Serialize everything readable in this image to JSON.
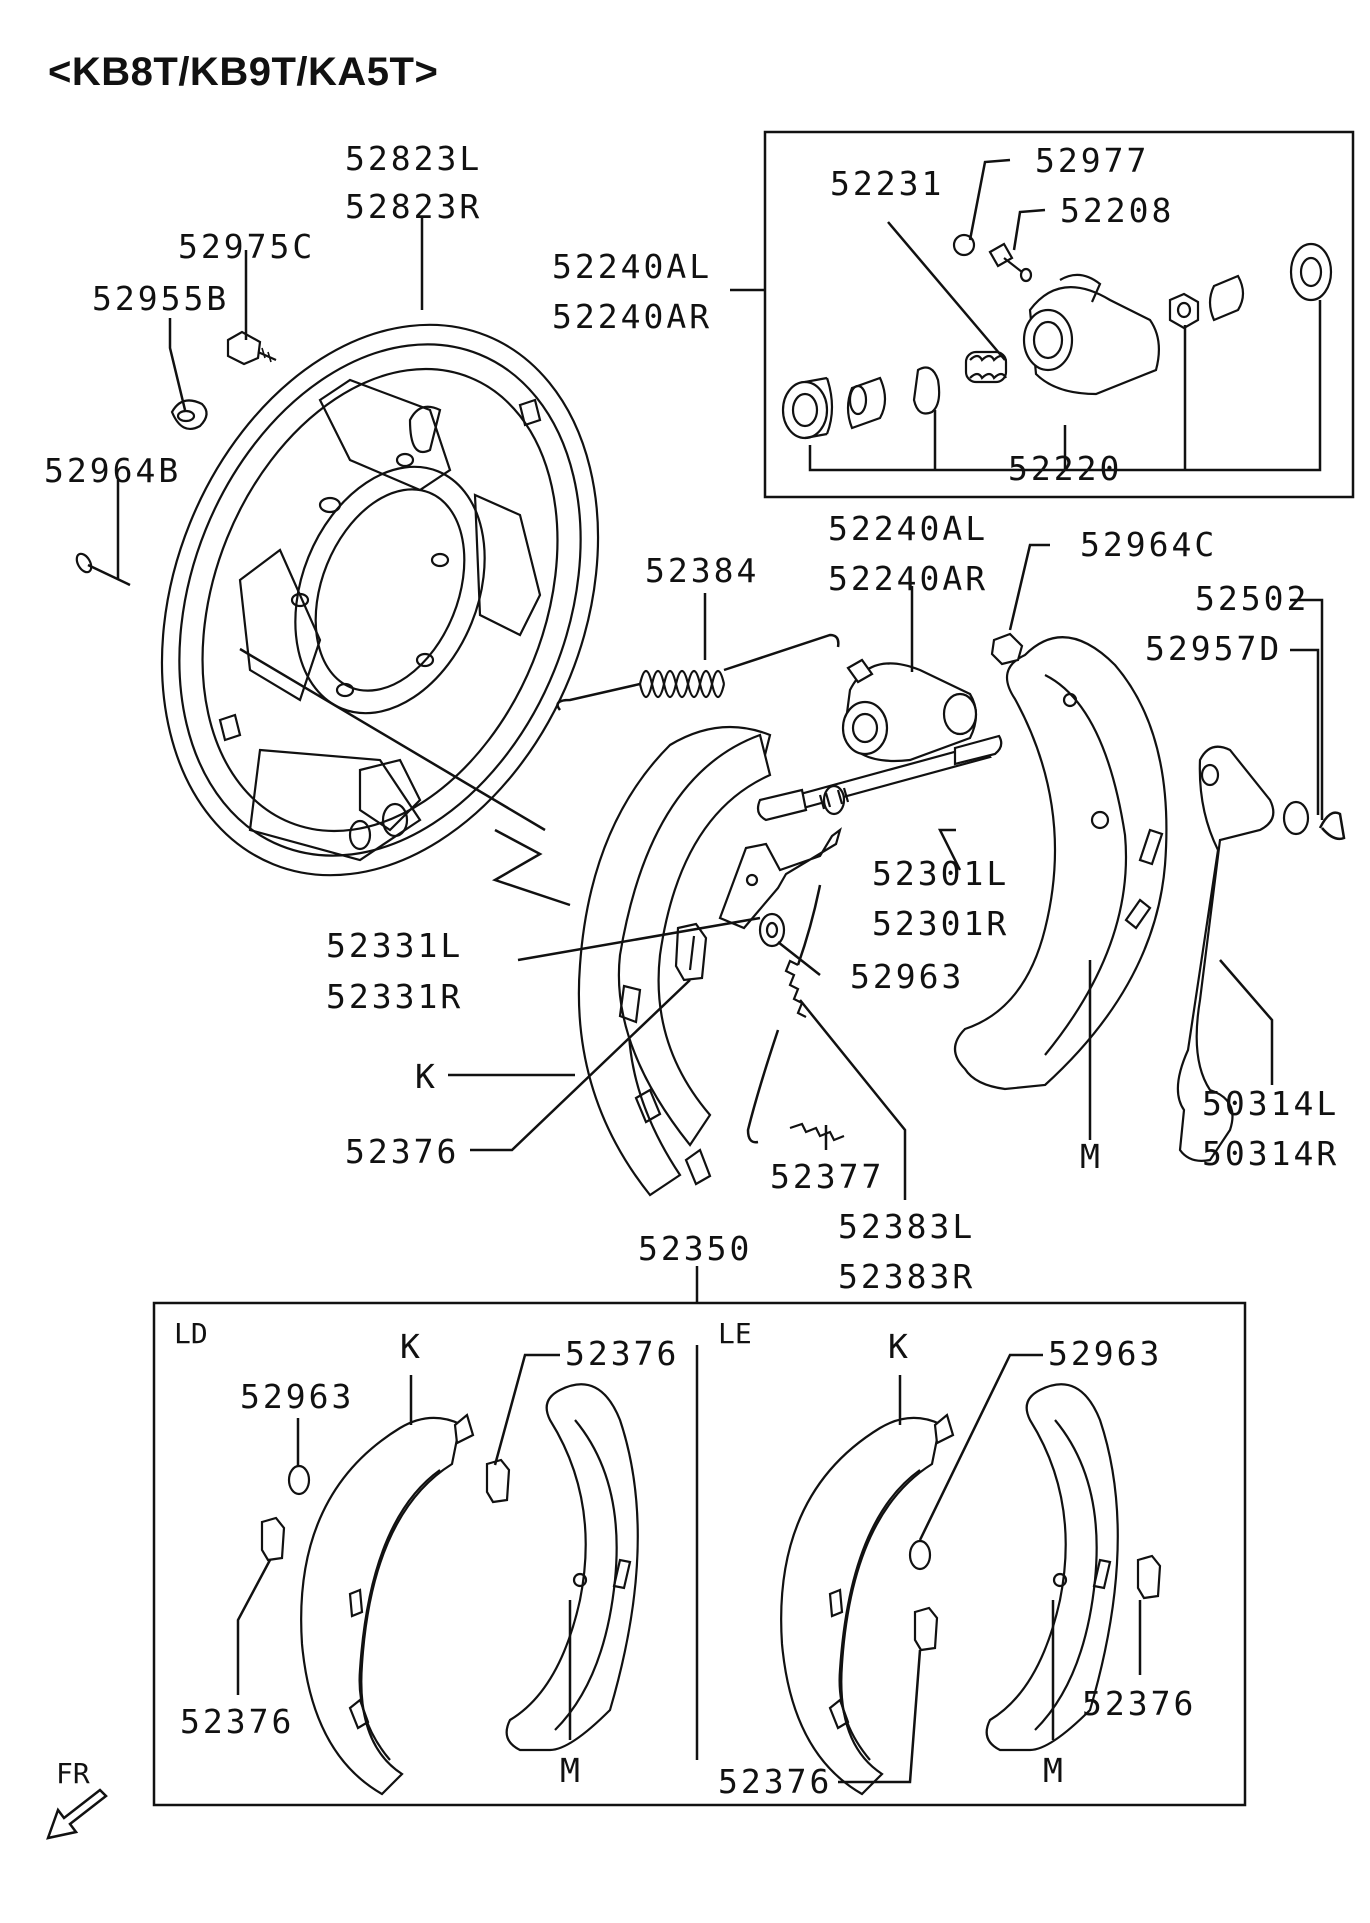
{
  "title": "<KB8T/KB9T/KA5T>",
  "labels": {
    "p52823L": "52823L",
    "p52823R": "52823R",
    "p52975C": "52975C",
    "p52955B": "52955B",
    "p52964B": "52964B",
    "p52231": "52231",
    "p52977": "52977",
    "p52208": "52208",
    "p52240AL_top": "52240AL",
    "p52240AR_top": "52240AR",
    "p52220": "52220",
    "p52384": "52384",
    "p52240AL_mid": "52240AL",
    "p52240AR_mid": "52240AR",
    "p52964C": "52964C",
    "p52502": "52502",
    "p52957D": "52957D",
    "p52301L": "52301L",
    "p52301R": "52301R",
    "p52331L": "52331L",
    "p52331R": "52331R",
    "p52963": "52963",
    "pK": "K",
    "p52376": "52376",
    "p52377": "52377",
    "p52383L": "52383L",
    "p52383R": "52383R",
    "pM": "M",
    "p50314L": "50314L",
    "p50314R": "50314R",
    "p52350": "52350"
  },
  "kit_left": {
    "side": "LD",
    "k": "K",
    "m": "M",
    "p52963": "52963",
    "p52376_top": "52376",
    "p52376_bottom": "52376"
  },
  "kit_right": {
    "side": "LE",
    "k": "K",
    "m": "M",
    "p52963": "52963",
    "p52376_right": "52376",
    "p52376_bottom": "52376"
  },
  "direction": "FR"
}
